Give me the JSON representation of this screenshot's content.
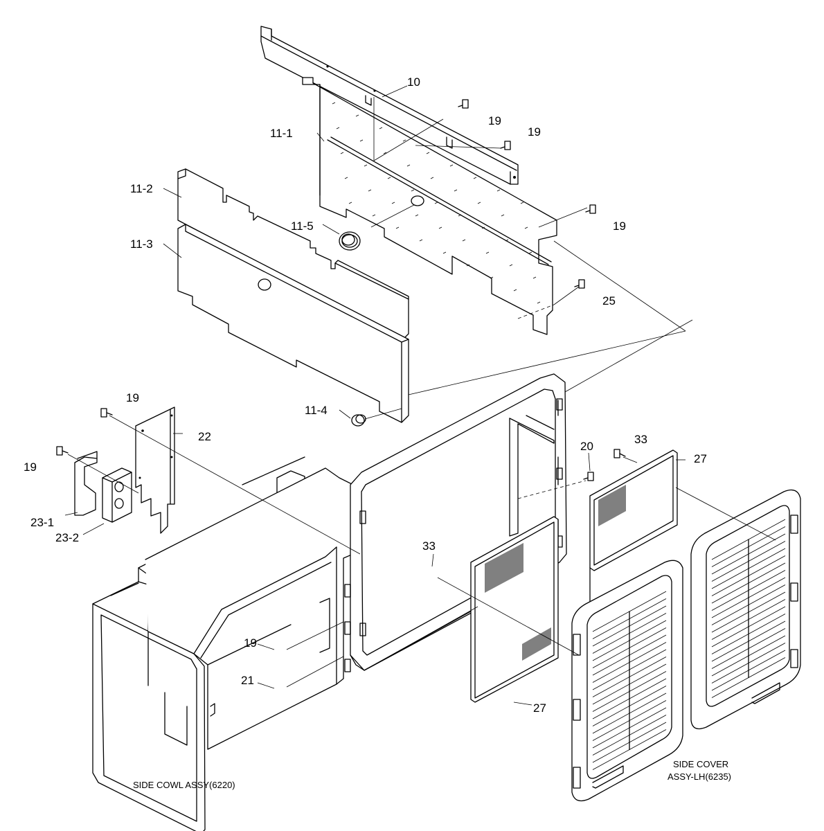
{
  "captions": {
    "side_cowl": "SIDE COWL ASSY(6220)",
    "side_cover_line1": "SIDE COVER",
    "side_cover_line2": "ASSY-LH(6235)"
  },
  "callouts": [
    {
      "id": "c-10",
      "text": "10"
    },
    {
      "id": "c-19a",
      "text": "19"
    },
    {
      "id": "c-19b",
      "text": "19"
    },
    {
      "id": "c-11-1",
      "text": "11-1"
    },
    {
      "id": "c-11-2",
      "text": "11-2"
    },
    {
      "id": "c-19c",
      "text": "19"
    },
    {
      "id": "c-11-5",
      "text": "11-5"
    },
    {
      "id": "c-11-3",
      "text": "11-3"
    },
    {
      "id": "c-25",
      "text": "25"
    },
    {
      "id": "c-19d",
      "text": "19"
    },
    {
      "id": "c-22",
      "text": "22"
    },
    {
      "id": "c-11-4",
      "text": "11-4"
    },
    {
      "id": "c-33a",
      "text": "33"
    },
    {
      "id": "c-20",
      "text": "20"
    },
    {
      "id": "c-27a",
      "text": "27"
    },
    {
      "id": "c-19e",
      "text": "19"
    },
    {
      "id": "c-23-1",
      "text": "23-1"
    },
    {
      "id": "c-23-2",
      "text": "23-2"
    },
    {
      "id": "c-33b",
      "text": "33"
    },
    {
      "id": "c-19f",
      "text": "19"
    },
    {
      "id": "c-21",
      "text": "21"
    },
    {
      "id": "c-27b",
      "text": "27"
    }
  ]
}
